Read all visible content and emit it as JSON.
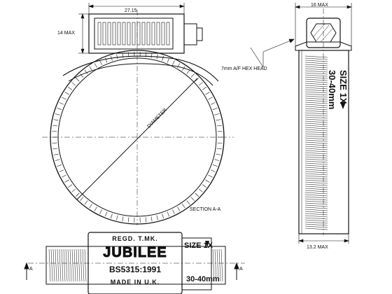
{
  "dimensions": {
    "top_width": "27.15",
    "height_max": "14 MAX",
    "side_top_max": "16 MAX",
    "side_bottom_max": "13.2 MAX"
  },
  "labels": {
    "diameter": "DIAMETER",
    "section": "SECTION A-A",
    "hex_head": "7mm A/F HEX HEAD",
    "section_mark": "A"
  },
  "markings": {
    "regd": "REGD. T.MK.",
    "brand": "JUBILEE",
    "standard": "BS5315:1991",
    "made_in": "MADE IN U.K.",
    "size": "SIZE 1X",
    "range": "30-40mm"
  },
  "colors": {
    "line": "#111111",
    "background": "#ffffff"
  }
}
